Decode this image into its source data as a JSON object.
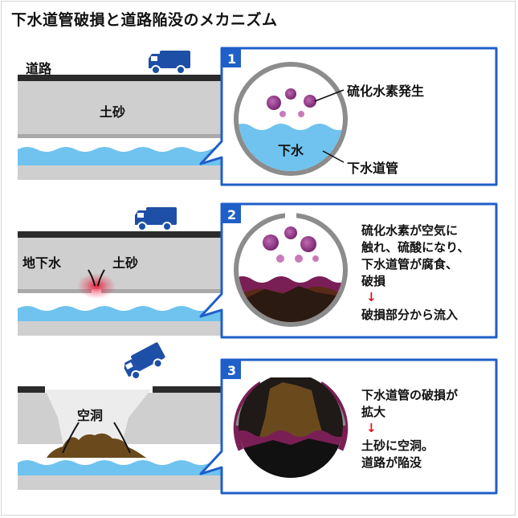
{
  "title": "下水道管破損と道路陥没のメカニズム",
  "steps": [
    {
      "number": "1",
      "scene_labels": {
        "road": "道路",
        "soil": "土砂"
      },
      "pipe_labels": {
        "gas": "硫化水素発生",
        "water": "下水",
        "pipe": "下水道管"
      }
    },
    {
      "number": "2",
      "scene_labels": {
        "groundwater": "地下水",
        "soil": "土砂"
      },
      "lines": [
        "硫化水素が空気に",
        "触れ、硫酸になり、",
        "下水道管が腐食、",
        "破損"
      ],
      "arrow": "↓",
      "result": "破損部分から流入"
    },
    {
      "number": "3",
      "scene_labels": {
        "cavity": "空洞"
      },
      "lines": [
        "下水道管の破損が",
        "拡大"
      ],
      "arrow": "↓",
      "result_lines": [
        "土砂に空洞。",
        "道路が陥没"
      ]
    }
  ],
  "colors": {
    "accent_blue": "#1f5fc8",
    "truck": "#1d4fa6",
    "water": "#6fc3ee",
    "soil": "#cfcfcf",
    "road": "#2b2b2b",
    "gas": "#8e2f7d",
    "corrosion": "#7a1f55",
    "arrow_red": "#e0131a"
  }
}
